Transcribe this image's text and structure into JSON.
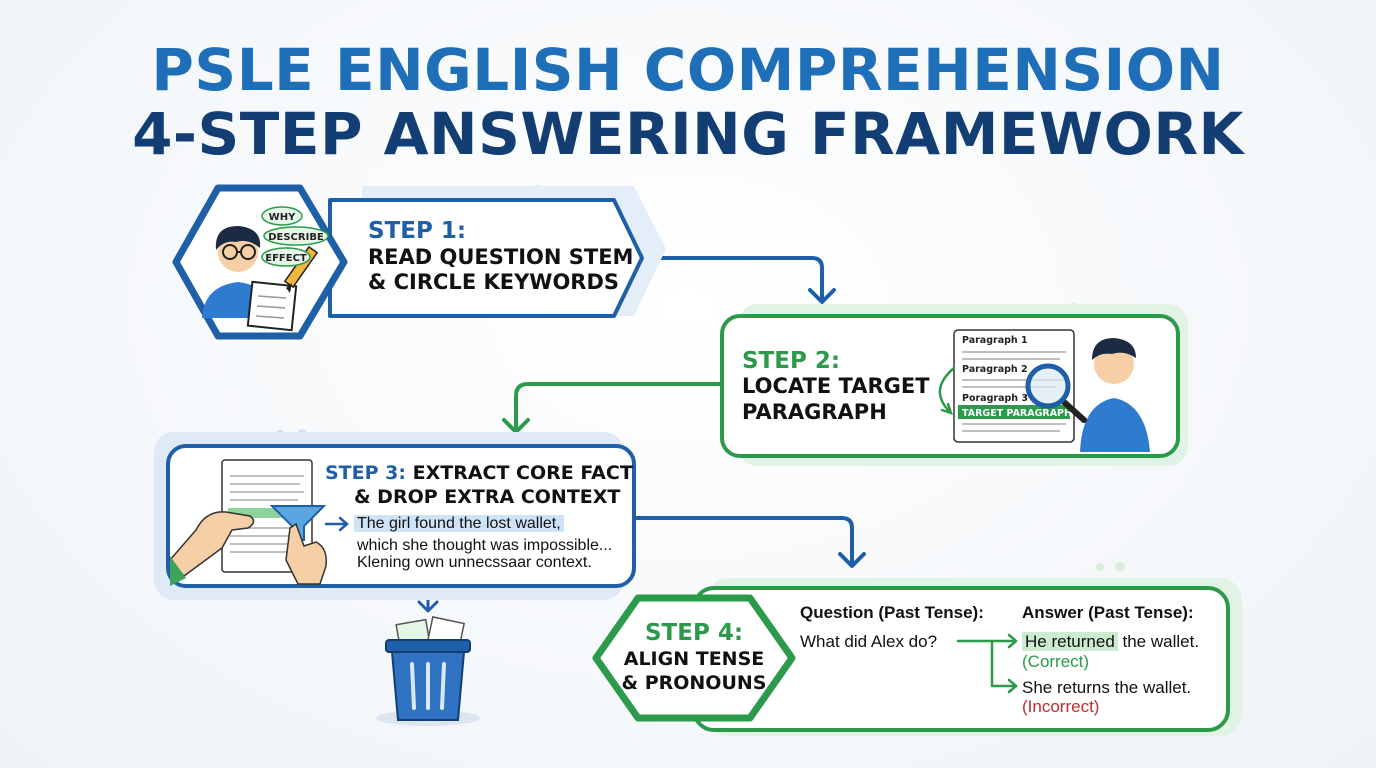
{
  "title": {
    "line1": "PSLE ENGLISH COMPREHENSION",
    "line2": "4-STEP ANSWERING FRAMEWORK"
  },
  "colors": {
    "blue": "#1f5fa8",
    "navy": "#133e74",
    "green": "#2b9a4a",
    "red": "#c42b2b"
  },
  "step1": {
    "label": "STEP 1:",
    "line1": "READ QUESTION STEM",
    "line2": "& CIRCLE KEYWORDS",
    "keywords": [
      "WHY",
      "DESCRIBE",
      "EFFECT"
    ]
  },
  "step2": {
    "label": "STEP 2:",
    "line1": "LOCATE TARGET",
    "line2": "PARAGRAPH",
    "paragraphs": [
      "Paragraph 1",
      "Paragraph 2",
      "Poragraph 3"
    ],
    "target": "TARGET PARAGRAPH"
  },
  "step3": {
    "label": "STEP 3:",
    "title_rest": "EXTRACT CORE FACT",
    "line2": "& DROP EXTRA CONTEXT",
    "text1": "The girl found the lost wallet,",
    "text2": "which she thought was impossible...",
    "text3": "Klening own unnecssaar context."
  },
  "step4": {
    "label": "STEP 4:",
    "line1": "ALIGN TENSE",
    "line2": "& PRONOUNS",
    "question_header": "Question (Past Tense):",
    "question": "What did Alex do?",
    "answer_header": "Answer (Past Tense):",
    "answer1_hl": "He returned",
    "answer1_rest": " the wallet.",
    "answer1_tag": "(Correct)",
    "answer2": "She returns the wallet.",
    "answer2_tag": "(Incorrect)"
  }
}
